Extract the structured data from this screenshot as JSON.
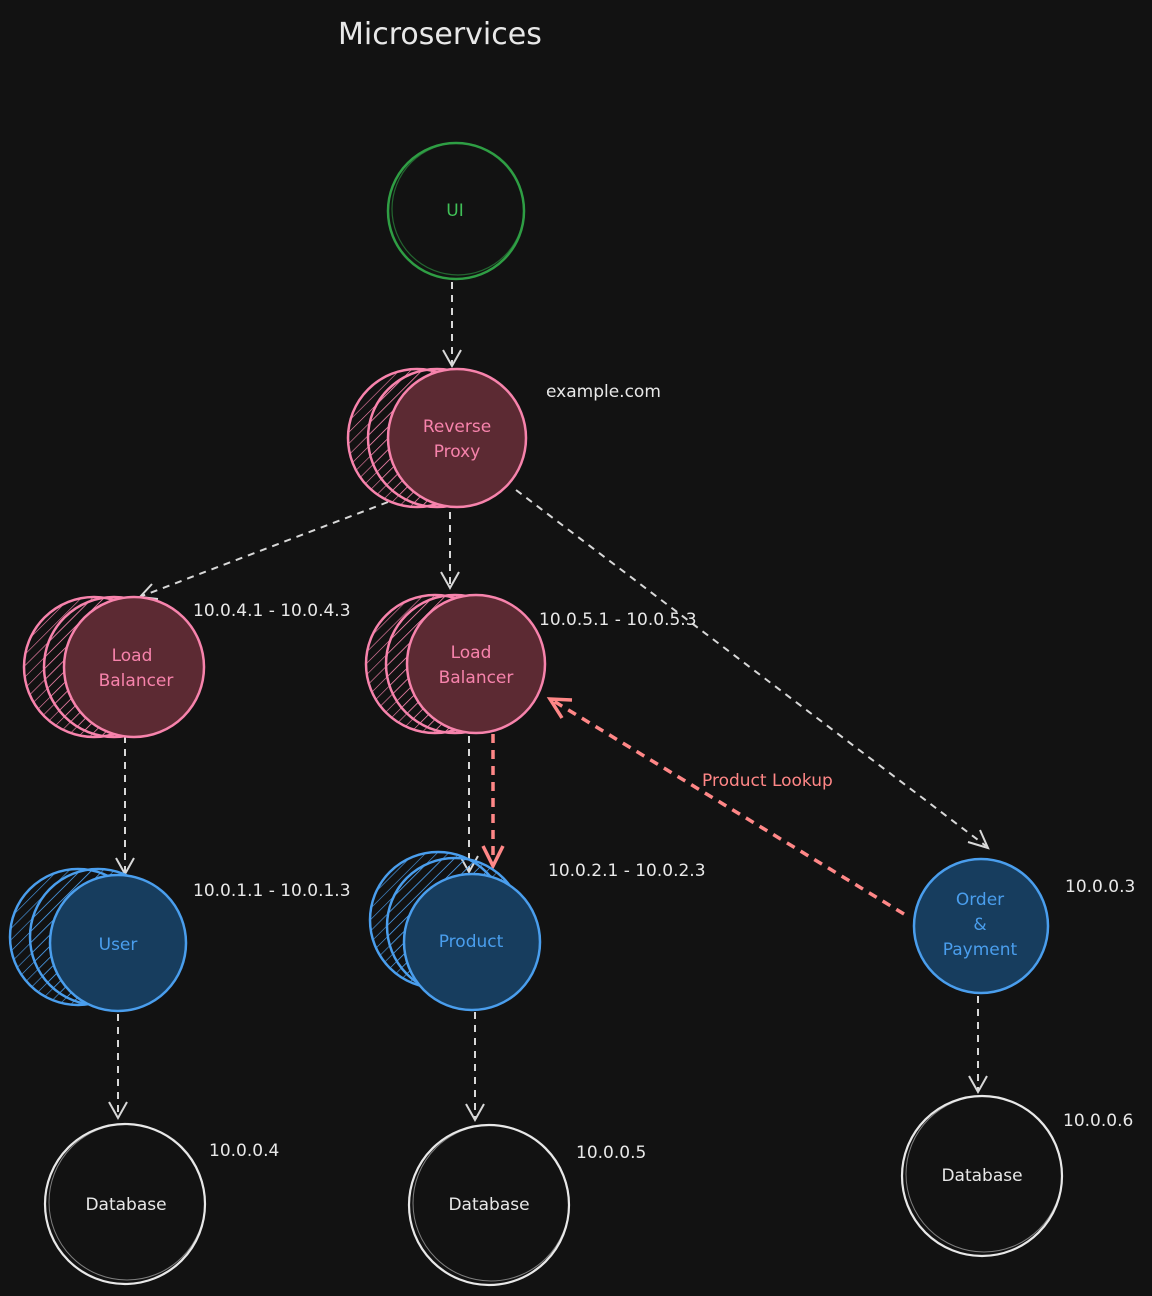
{
  "title": "Microservices",
  "colors": {
    "background": "#121212",
    "ui_stroke": "#2f9e44",
    "gateway_stroke": "#f783ac",
    "gateway_fill": "#5c2a33",
    "service_stroke": "#4a9eed",
    "service_fill": "#173d5e",
    "db_stroke": "#e8e8e8",
    "edge": "#d8d8d8",
    "lookup": "#ff8787"
  },
  "nodes": {
    "ui": {
      "label": "UI"
    },
    "reverse_proxy": {
      "label_line1": "Reverse",
      "label_line2": "Proxy",
      "address": "example.com"
    },
    "lb_user": {
      "label_line1": "Load",
      "label_line2": "Balancer",
      "address": "10.0.4.1 - 10.0.4.3"
    },
    "lb_product": {
      "label_line1": "Load",
      "label_line2": "Balancer",
      "address": "10.0.5.1 - 10.0.5.3"
    },
    "user": {
      "label": "User",
      "address": "10.0.1.1 - 10.0.1.3"
    },
    "product": {
      "label": "Product",
      "address": "10.0.2.1 - 10.0.2.3"
    },
    "order": {
      "label_line1": "Order",
      "label_line2": "&",
      "label_line3": "Payment",
      "address": "10.0.0.3"
    },
    "db_user": {
      "label": "Database",
      "address": "10.0.0.4"
    },
    "db_product": {
      "label": "Database",
      "address": "10.0.0.5"
    },
    "db_order": {
      "label": "Database",
      "address": "10.0.0.6"
    }
  },
  "edges": {
    "product_lookup": {
      "label": "Product Lookup"
    }
  }
}
